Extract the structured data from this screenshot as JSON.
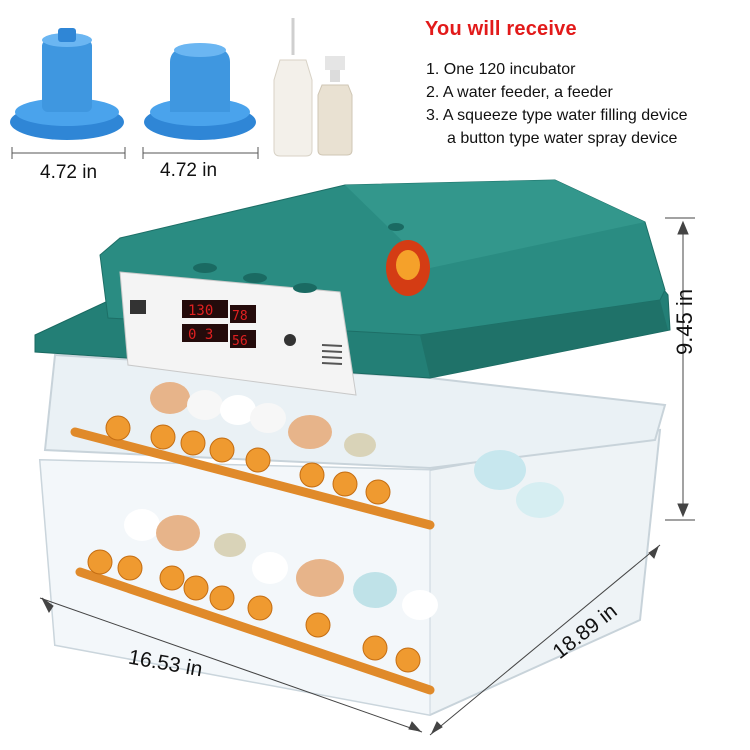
{
  "receive": {
    "heading": "You will receive",
    "items": [
      "1. One 120 incubator",
      "2. A water feeder, a feeder",
      "3. A squeeze type water filling device",
      "a button type water spray device"
    ]
  },
  "dimensions": {
    "feeder_left": "4.72 in",
    "feeder_right": "4.72 in",
    "height": "9.45 in",
    "width": "16.53 in",
    "depth": "18.89 in"
  },
  "colors": {
    "lid": "#237f76",
    "feeder": "#3f97e0",
    "roller": "#e08a2a",
    "display": "#e02020"
  }
}
